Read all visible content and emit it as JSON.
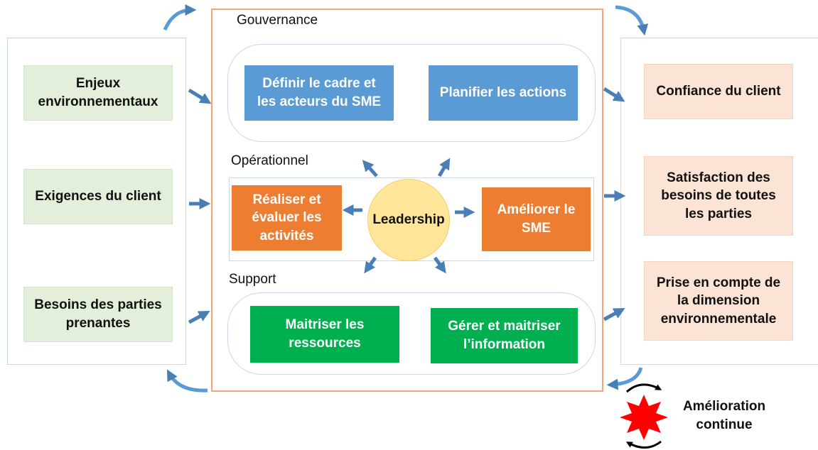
{
  "sections": {
    "gouvernance": "Gouvernance",
    "operationnel": "Opérationnel",
    "support": "Support"
  },
  "inputs": [
    "Enjeux environnementaux",
    "Exigences du client",
    "Besoins des parties prenantes"
  ],
  "outputs": [
    "Confiance du client",
    "Satisfaction des besoins de toutes les parties",
    "Prise en compte de la dimension environnementale"
  ],
  "gouvernance_boxes": [
    "Définir le cadre et les acteurs du SME",
    "Planifier les actions"
  ],
  "operationnel_boxes": [
    "Réaliser et évaluer les activités",
    "Améliorer le SME"
  ],
  "leadership": "Leadership",
  "support_boxes": [
    "Maitriser les ressources",
    "Gérer et maitriser l’information"
  ],
  "amelioration": "Amélioration continue",
  "colors": {
    "arrow": "#4a7fb5",
    "gouvernance": "#5b9bd5",
    "operationnel": "#ed7d31",
    "support": "#00b050",
    "leadership": "#ffe699",
    "burst": "#ff0000"
  }
}
